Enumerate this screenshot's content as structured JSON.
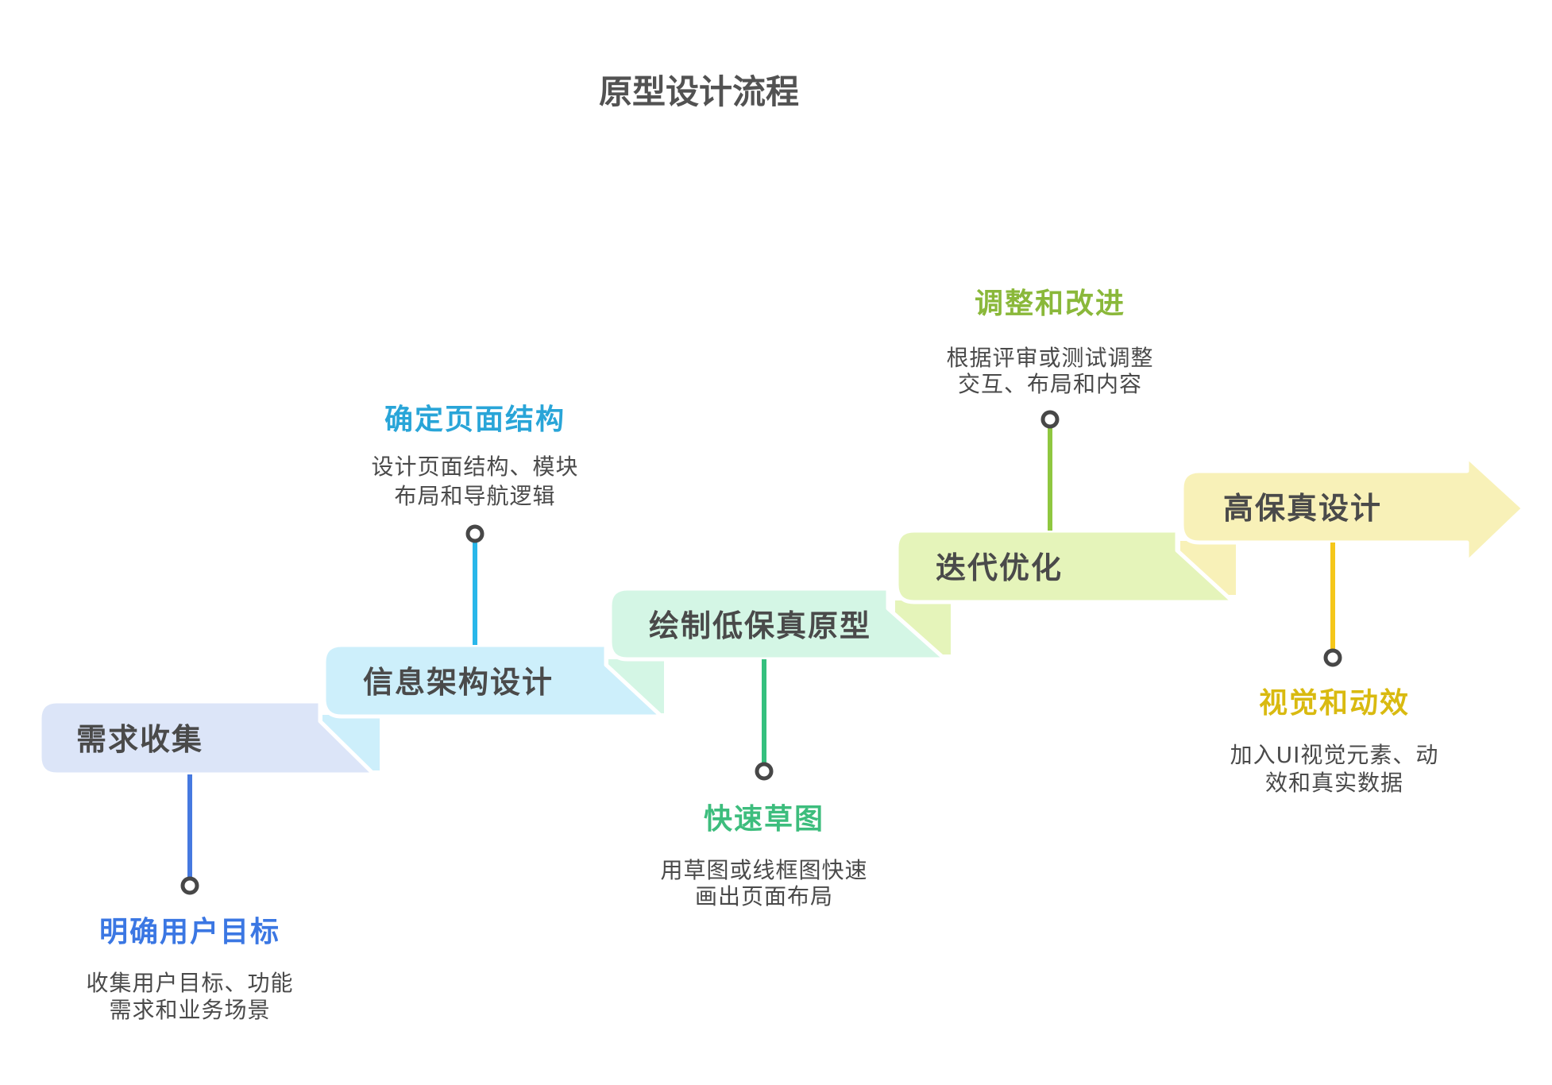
{
  "title": "原型设计流程",
  "colors": {
    "title_text": "#525252",
    "band_text": "#4a4a4a",
    "desc_text": "#4a4a4a",
    "dot_stroke": "#474747"
  },
  "steps": [
    {
      "label": "需求收集",
      "band_color": "#dce5f8",
      "callout": {
        "position": "below",
        "title": "明确用户目标",
        "title_color": "#3b77e3",
        "line_color": "#4679e0",
        "desc_line1": "收集用户目标、功能",
        "desc_line2": "需求和业务场景"
      }
    },
    {
      "label": "信息架构设计",
      "band_color": "#cdeffb",
      "callout": {
        "position": "above",
        "title": "确定页面结构",
        "title_color": "#29a5d8",
        "line_color": "#29b7ea",
        "desc_line1": "设计页面结构、模块",
        "desc_line2": "布局和导航逻辑"
      }
    },
    {
      "label": "绘制低保真原型",
      "band_color": "#d4f6e5",
      "callout": {
        "position": "below",
        "title": "快速草图",
        "title_color": "#3dbd7d",
        "line_color": "#35c07e",
        "desc_line1": "用草图或线框图快速",
        "desc_line2": "画出页面布局"
      }
    },
    {
      "label": "迭代优化",
      "band_color": "#e5f4ba",
      "callout": {
        "position": "above",
        "title": "调整和改进",
        "title_color": "#8ab83a",
        "line_color": "#8fc740",
        "desc_line1": "根据评审或测试调整",
        "desc_line2": "交互、布局和内容"
      }
    },
    {
      "label": "高保真设计",
      "band_color": "#f8f1b8",
      "callout": {
        "position": "below",
        "title": "视觉和动效",
        "title_color": "#d9ba10",
        "line_color": "#f5c71a",
        "desc_line1": "加入UI视觉元素、动",
        "desc_line2": "效和真实数据"
      }
    }
  ]
}
